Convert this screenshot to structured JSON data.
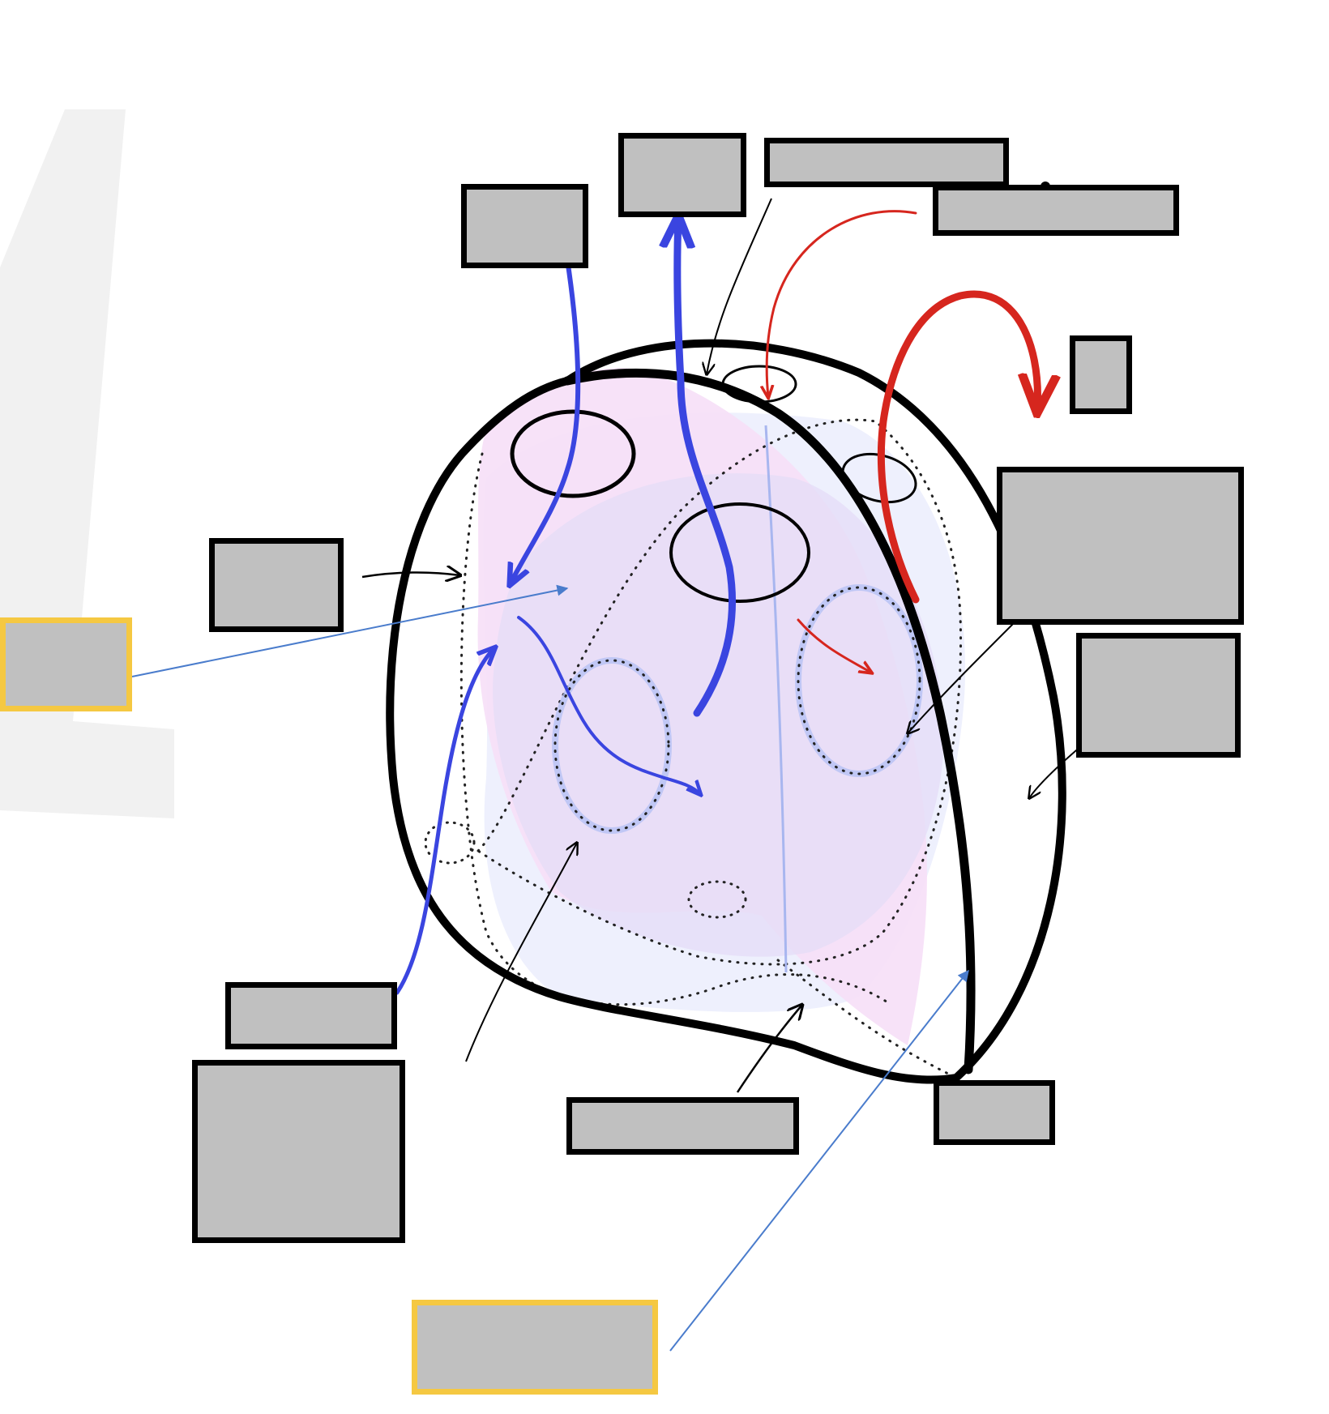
{
  "diagram": {
    "colors": {
      "outline": "#000000",
      "label_fill": "#c0c0c0",
      "highlight_border": "#f5c842",
      "blue_flow": "#3a45e0",
      "red_flow": "#d6261e",
      "pointer_line": "#4a7ccc",
      "tissue_pink": "#f6dff7",
      "tissue_lavender": "#eae0f8",
      "tissue_pale": "#eef0fd",
      "watermark": "#f1f1f1"
    },
    "labels": [
      {
        "id": "top-left",
        "text": ""
      },
      {
        "id": "top-center",
        "text": ""
      },
      {
        "id": "top-wide-1",
        "text": ""
      },
      {
        "id": "top-wide-2",
        "text": ""
      },
      {
        "id": "right-small",
        "text": ""
      },
      {
        "id": "right-large",
        "text": ""
      },
      {
        "id": "right-mid",
        "text": ""
      },
      {
        "id": "left-mid",
        "text": ""
      },
      {
        "id": "left-highlight",
        "text": ""
      },
      {
        "id": "bottom-left-wide",
        "text": ""
      },
      {
        "id": "bottom-left-large",
        "text": ""
      },
      {
        "id": "bottom-center",
        "text": ""
      },
      {
        "id": "bottom-right",
        "text": ""
      },
      {
        "id": "bottom-highlight",
        "text": ""
      }
    ]
  }
}
